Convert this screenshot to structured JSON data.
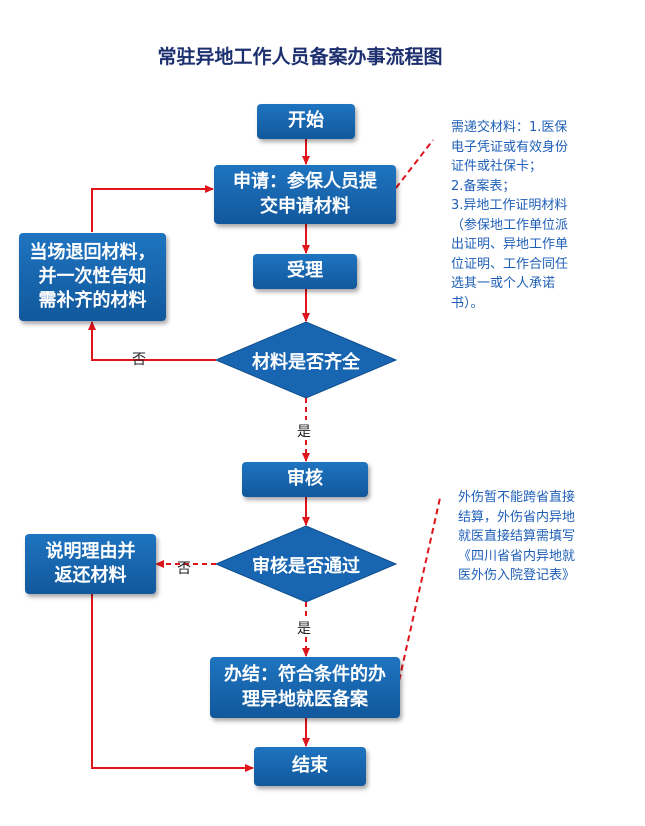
{
  "title": "常驻异地工作人员备案办事流程图",
  "nodes": {
    "start": "开始",
    "apply": [
      "申请：参保人员提",
      "交申请材料"
    ],
    "accept": "受理",
    "decision_complete": "材料是否齐全",
    "return_materials": [
      "当场退回材料，",
      "并一次性告知",
      "需补齐的材料"
    ],
    "review": "审核",
    "decision_pass": "审核是否通过",
    "explain_return": [
      "说明理由并",
      "返还材料"
    ],
    "finish": [
      "办结：符合条件的办",
      "理异地就医备案"
    ],
    "end": "结束"
  },
  "edge_labels": {
    "no_1": "否",
    "yes_1": "是",
    "no_2": "否",
    "yes_2": "是"
  },
  "notes": {
    "materials": [
      "需递交材料：1.医保",
      "电子凭证或有效身份",
      "证件或社保卡；",
      "2.备案表；",
      "3.异地工作证明材料",
      "（参保地工作单位派",
      "出证明、异地工作单",
      "位证明、工作合同任",
      "选其一或个人承诺",
      "书）。"
    ],
    "injury": [
      "外伤暂不能跨省直接",
      "结算，外伤省内异地",
      "就医直接结算需填写",
      "《四川省省内异地就",
      "医外伤入院登记表》"
    ]
  },
  "colors": {
    "box": "#1a69b5",
    "arrow": "#e0141b",
    "title": "#1c2f6e",
    "note_text": "#1f5fb8"
  }
}
